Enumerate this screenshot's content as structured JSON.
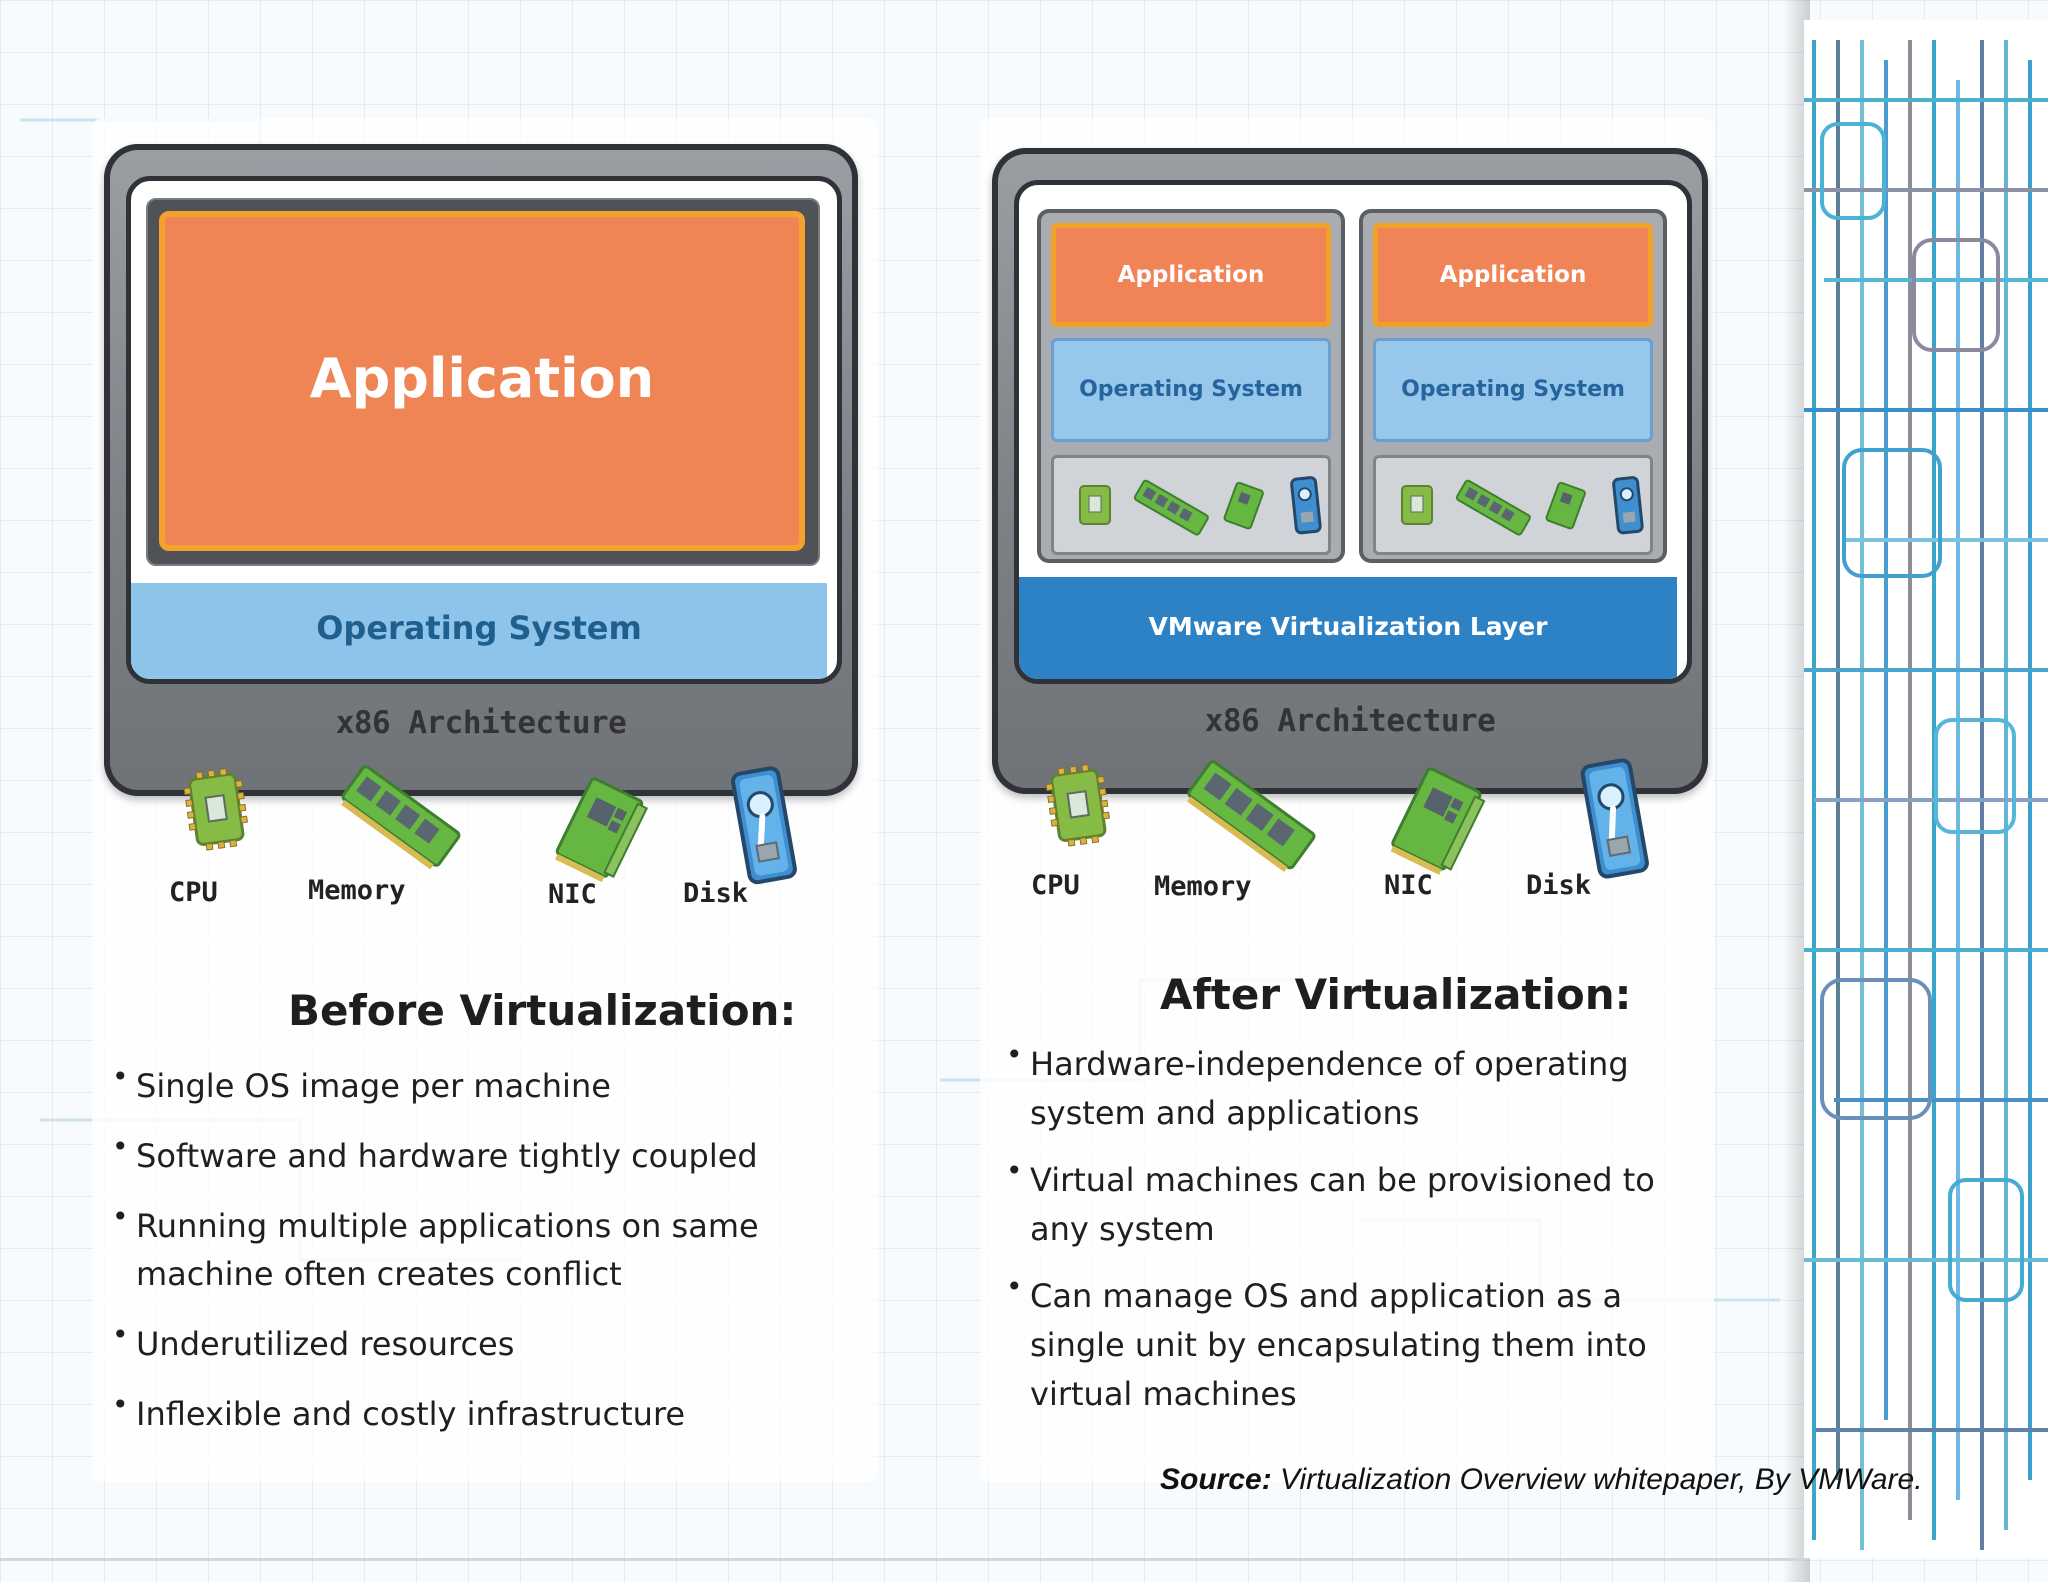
{
  "before": {
    "diagram": {
      "application_label": "Application",
      "os_label": "Operating System",
      "arch_label": "x86 Architecture",
      "hardware_labels": [
        "CPU",
        "Memory",
        "NIC",
        "Disk"
      ]
    },
    "title": "Before Virtualization:",
    "bullets": [
      "Single OS image per machine",
      "Software and hardware tightly coupled",
      "Running multiple applications on same machine often creates conflict",
      "Underutilized resources",
      "Inflexible and costly infrastructure"
    ]
  },
  "after": {
    "diagram": {
      "vm_application_label": "Application",
      "vm_os_label": "Operating System",
      "virtualization_layer_label": "VMware Virtualization Layer",
      "arch_label": "x86 Architecture",
      "hardware_labels": [
        "CPU",
        "Memory",
        "NIC",
        "Disk"
      ]
    },
    "title": "After Virtualization:",
    "bullets": [
      "Hardware-independence of operating system and applications",
      "Virtual machines can be provisioned to any system",
      "Can manage OS and application as a single unit by encapsulating them into virtual machines"
    ]
  },
  "source": {
    "label": "Source:",
    "text": "Virtualization Overview whitepaper, By VMWare."
  },
  "colors": {
    "application": "#ef8455",
    "application_border": "#f3a22e",
    "operating_system": "#8ec3ea",
    "virtualization_layer": "#2c82c5",
    "hardware_frame": "#8b8f94",
    "hardware_green": "#64b83f",
    "disk_blue": "#4b9bd6"
  },
  "icons": [
    "cpu-chip-icon",
    "memory-module-icon",
    "nic-card-icon",
    "disk-drive-icon"
  ]
}
